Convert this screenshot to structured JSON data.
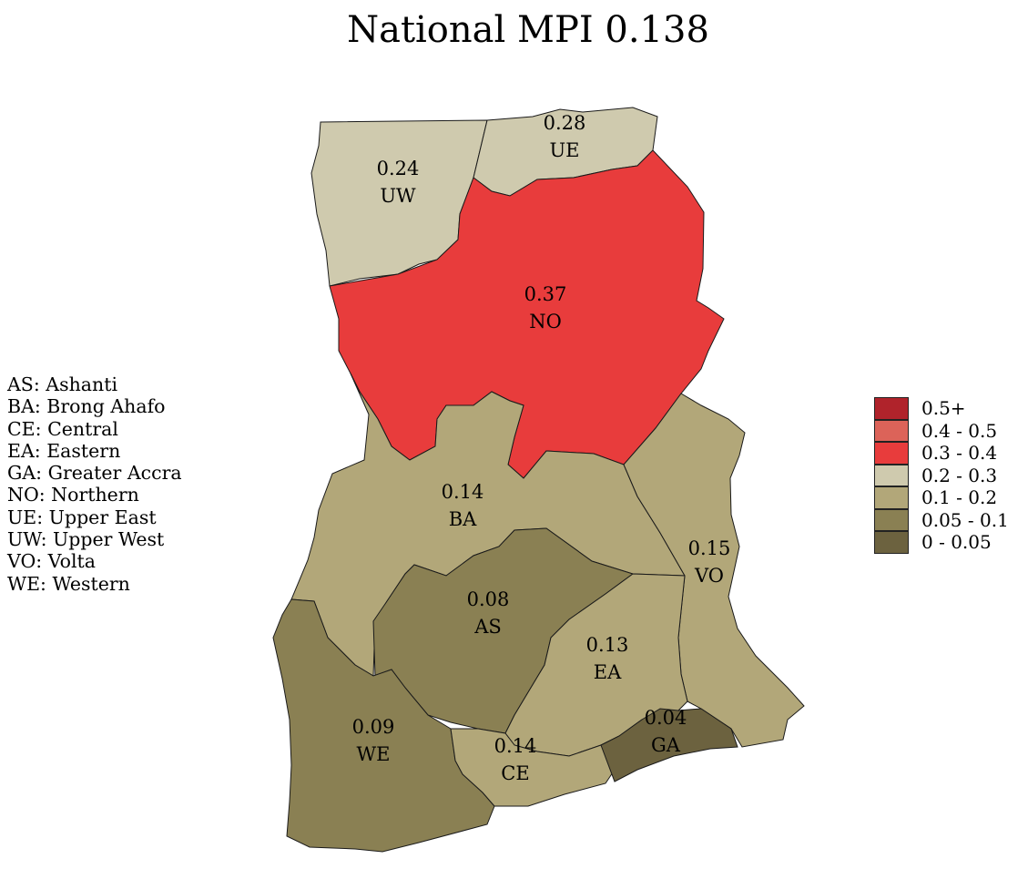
{
  "title": "National MPI 0.138",
  "abbreviations": [
    "AS: Ashanti",
    "BA: Brong Ahafo",
    "CE: Central",
    "EA: Eastern",
    "GA: Greater Accra",
    "NO: Northern",
    "UE: Upper East",
    "UW: Upper West",
    "VO: Volta",
    "WE: Western"
  ],
  "color_legend": [
    {
      "label": "0.5+",
      "color": "#b0232b"
    },
    {
      "label": "0.4 - 0.5",
      "color": "#dc6359"
    },
    {
      "label": "0.3 - 0.4",
      "color": "#e83c3c"
    },
    {
      "label": "0.2 - 0.3",
      "color": "#cfcaae"
    },
    {
      "label": "0.1 - 0.2",
      "color": "#b2a779"
    },
    {
      "label": "0.05 - 0.1",
      "color": "#8a8053"
    },
    {
      "label": "0 - 0.05",
      "color": "#6c623f"
    }
  ],
  "regions": [
    {
      "code": "UW",
      "value": "0.24",
      "color": "#cfcaae"
    },
    {
      "code": "UE",
      "value": "0.28",
      "color": "#cfcaae"
    },
    {
      "code": "NO",
      "value": "0.37",
      "color": "#e83c3c"
    },
    {
      "code": "BA",
      "value": "0.14",
      "color": "#b2a779"
    },
    {
      "code": "VO",
      "value": "0.15",
      "color": "#b2a779"
    },
    {
      "code": "AS",
      "value": "0.08",
      "color": "#8a8053"
    },
    {
      "code": "EA",
      "value": "0.13",
      "color": "#b2a779"
    },
    {
      "code": "WE",
      "value": "0.09",
      "color": "#8a8053"
    },
    {
      "code": "CE",
      "value": "0.14",
      "color": "#b2a779"
    },
    {
      "code": "GA",
      "value": "0.04",
      "color": "#6c623f"
    }
  ]
}
